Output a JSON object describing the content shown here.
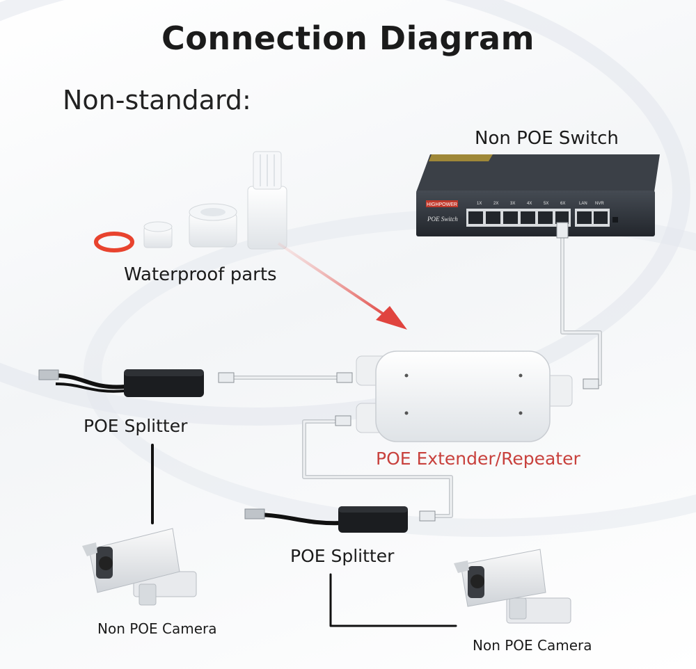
{
  "title": "Connection  Diagram",
  "subtitle": "Non-standard:",
  "labels": {
    "switch": "Non POE Switch",
    "waterproof": "Waterproof parts",
    "extender": "POE Extender/Repeater",
    "splitter_left": "POE Splitter",
    "splitter_center": "POE Splitter",
    "camera_left": "Non POE Camera",
    "camera_right": "Non POE Camera"
  },
  "switch_panel": {
    "brand": "HIGHPOWER",
    "model": "POE Switch",
    "ports": [
      "1X",
      "2X",
      "3X",
      "4X",
      "5X",
      "6X"
    ],
    "uplinks": [
      "LAN",
      "NVR"
    ]
  },
  "colors": {
    "extender_label": "#c8413d",
    "arrow": "#e0443f",
    "switch_body": "#2c3138",
    "oring": "#e8432e"
  }
}
